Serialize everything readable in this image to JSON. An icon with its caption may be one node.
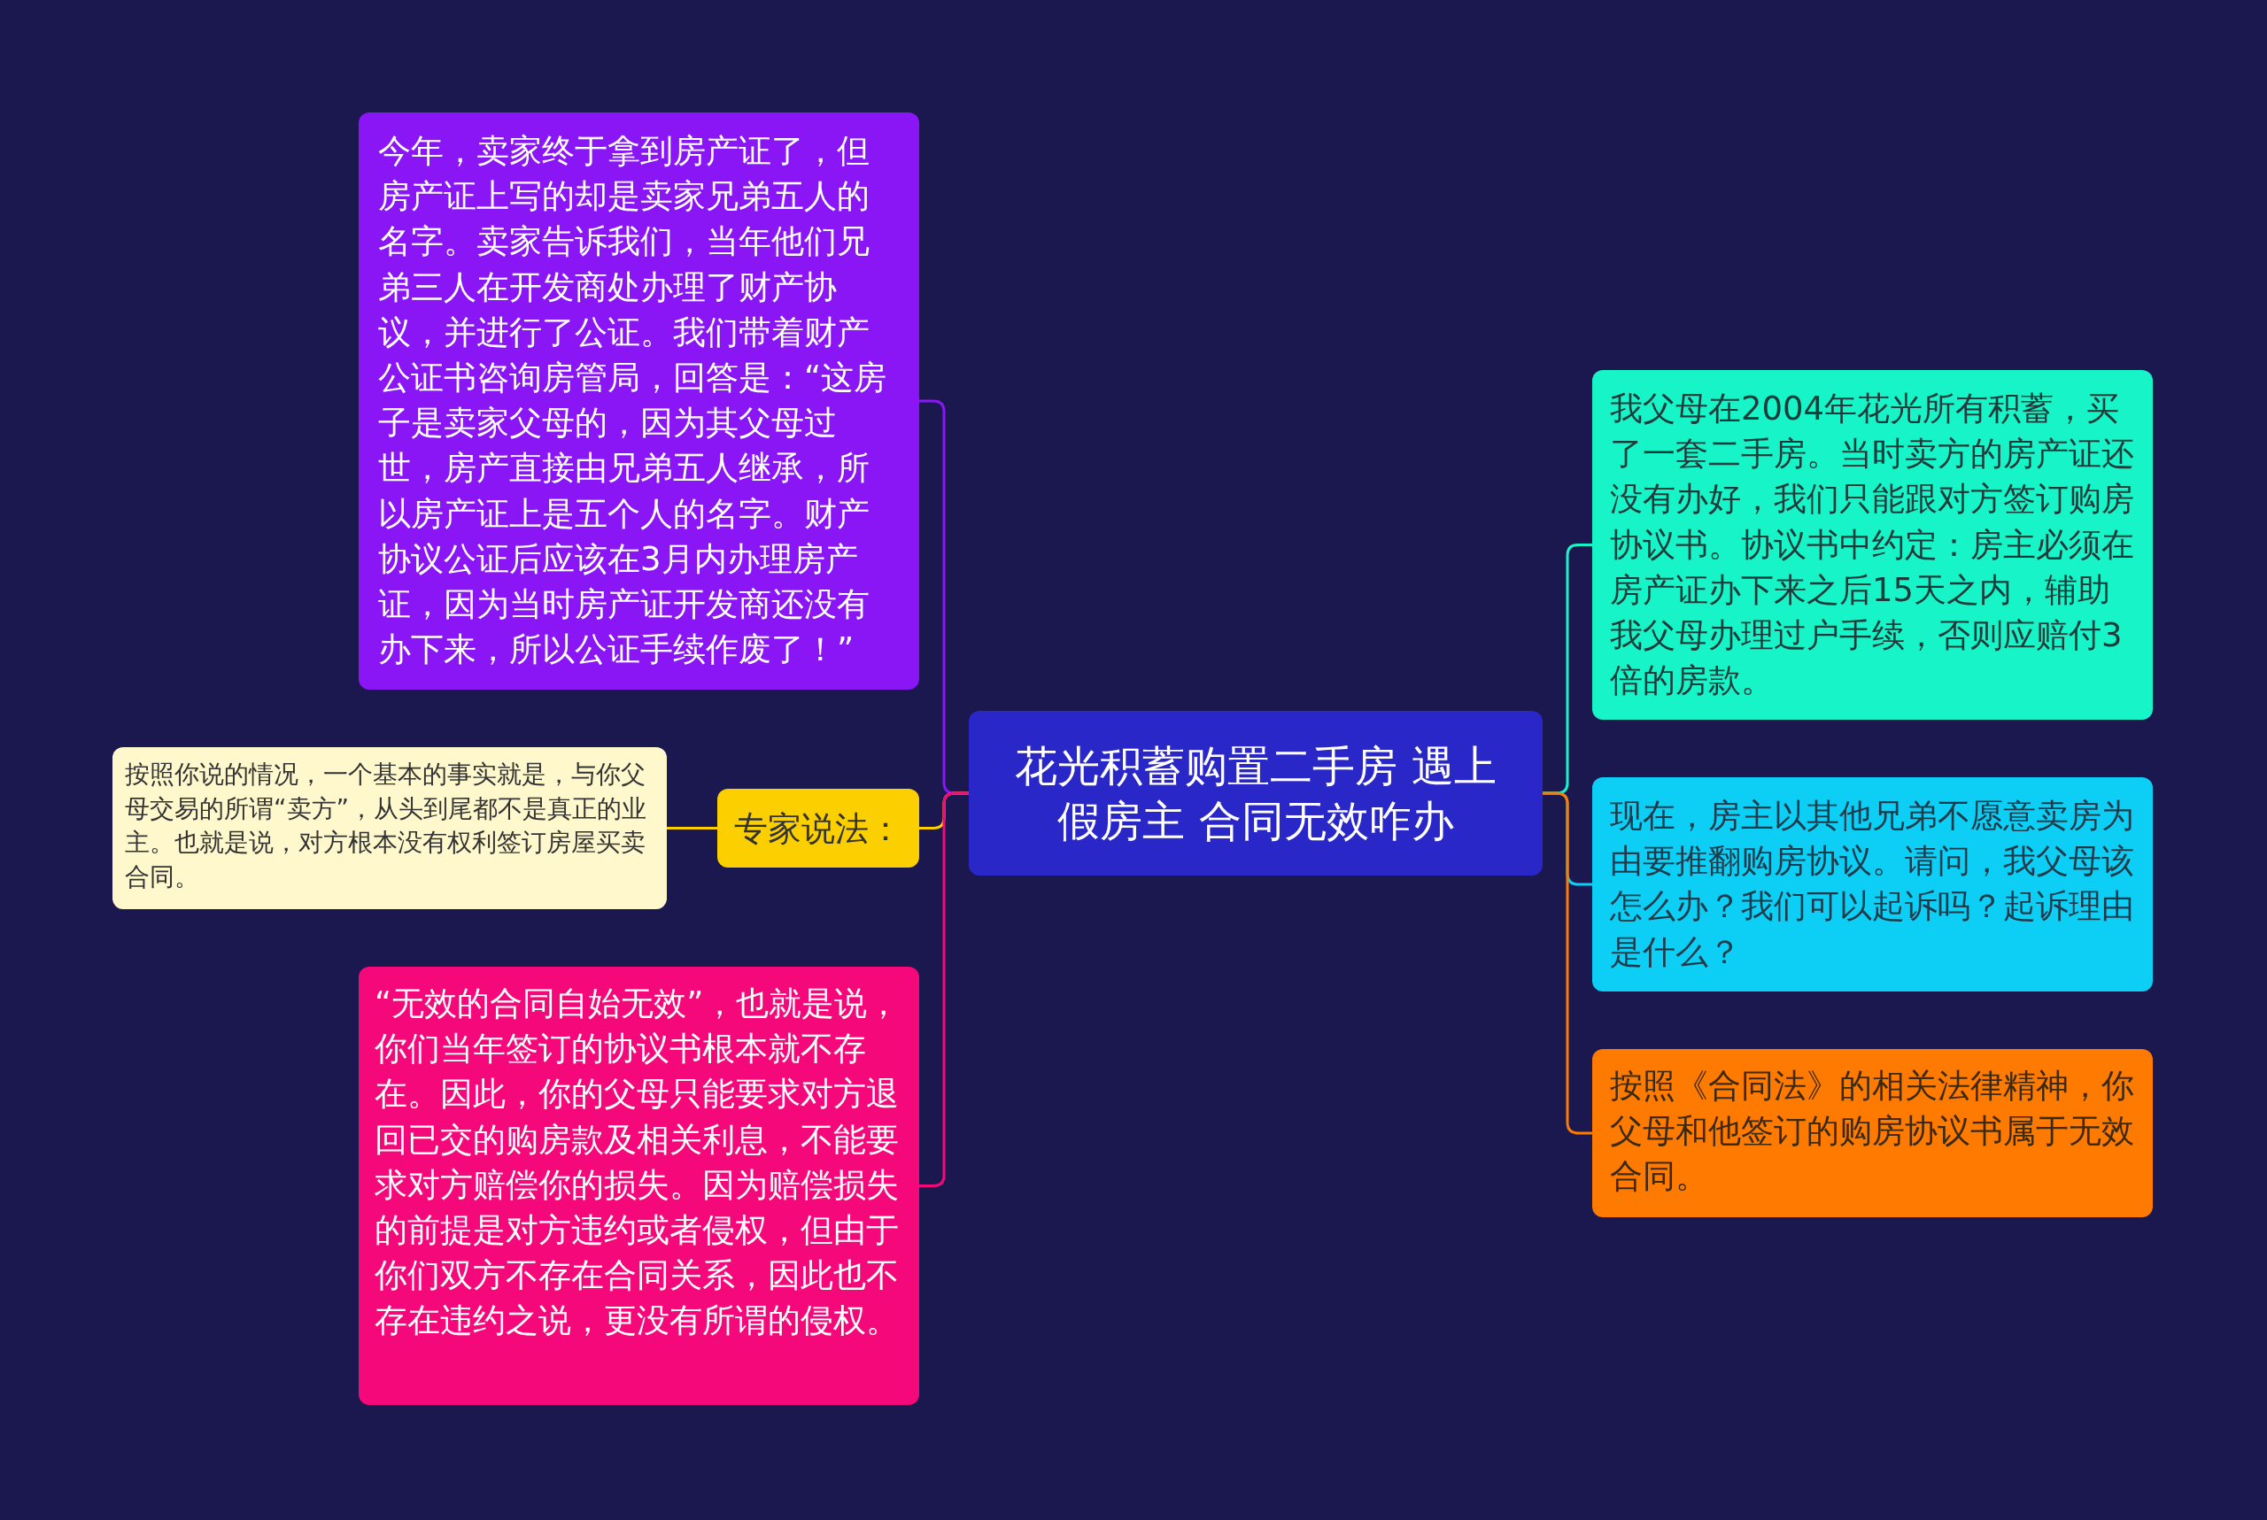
{
  "diagram": {
    "nodes": [
      {
        "text": [
          "花光积蓄购置二手房 遇上假房主 合同无效咋办"
        ]
      },
      {
        "text": [
          "今年，卖家终于拿到房产证了，但房产证上写的却是卖家兄弟五人的名字。卖家告诉我们，当年他们兄弟三人在开发商处办理了财产协议，并进行了公证。我们带着财产公证书咨询房管局，回答是：“这房子是卖家父母的，因为其父母过世，房产直接由兄弟五人继承，所以房产证上是五个人的名字。财产协议公证后应该在3月内办理房产证，因为当时房产证开发商还没有办下来，所以公证手续作废了！”"
        ]
      },
      {
        "text": [
          "专家说法："
        ]
      },
      {
        "text": [
          "按照你说的情况，一个基本的事实就是，与你父母交易的所谓“卖方”，从头到尾都不是真正的业主。也就是说，对方根本没有权利签订房屋买卖合同。"
        ]
      },
      {
        "text": [
          "“无效的合同自始无效”，也就是说，你们当年签订的协议书根本就不存在。因此，你的父母只能要求对方退回已交的购房款及相关利息，不能要求对方赔偿你的损失。因为赔偿损失的前提是对方违约或者侵权，但由于你们双方不存在合同关系，因此也不存在违约之说，更没有所谓的侵权。"
        ]
      },
      {
        "text": [
          "我父母在2004年花光所有积蓄，买了一套二手房。当时卖方的房产证还没有办好，我们只能跟对方签订购房协议书。协议书中约定：房主必须在房产证办下来之后15天之内，辅助我父母办理过户手续，否则应赔付3倍的房款。"
        ]
      },
      {
        "text": [
          "现在，房主以其他兄弟不愿意卖房为由要推翻购房协议。请问，我父母该怎么办？我们可以起诉吗？起诉理由是什么？"
        ]
      },
      {
        "text": [
          "按照《合同法》的相关法律精神，你父母和他签订的购房协议书属于无效合同。"
        ]
      }
    ],
    "edges": [
      {
        "from": 0,
        "to": 1,
        "arrow": "none",
        "color": "#8a16f5"
      },
      {
        "from": 0,
        "to": 2,
        "arrow": "none",
        "color": "#fcd000"
      },
      {
        "from": 2,
        "to": 3,
        "arrow": "none",
        "color": "#fcd000"
      },
      {
        "from": 0,
        "to": 4,
        "arrow": "none",
        "color": "#f5087a"
      },
      {
        "from": 0,
        "to": 5,
        "arrow": "none",
        "color": "#17f5c8"
      },
      {
        "from": 0,
        "to": 6,
        "arrow": "none",
        "color": "#0dcff5"
      },
      {
        "from": 0,
        "to": 7,
        "arrow": "none",
        "color": "#ff7a00"
      }
    ]
  }
}
